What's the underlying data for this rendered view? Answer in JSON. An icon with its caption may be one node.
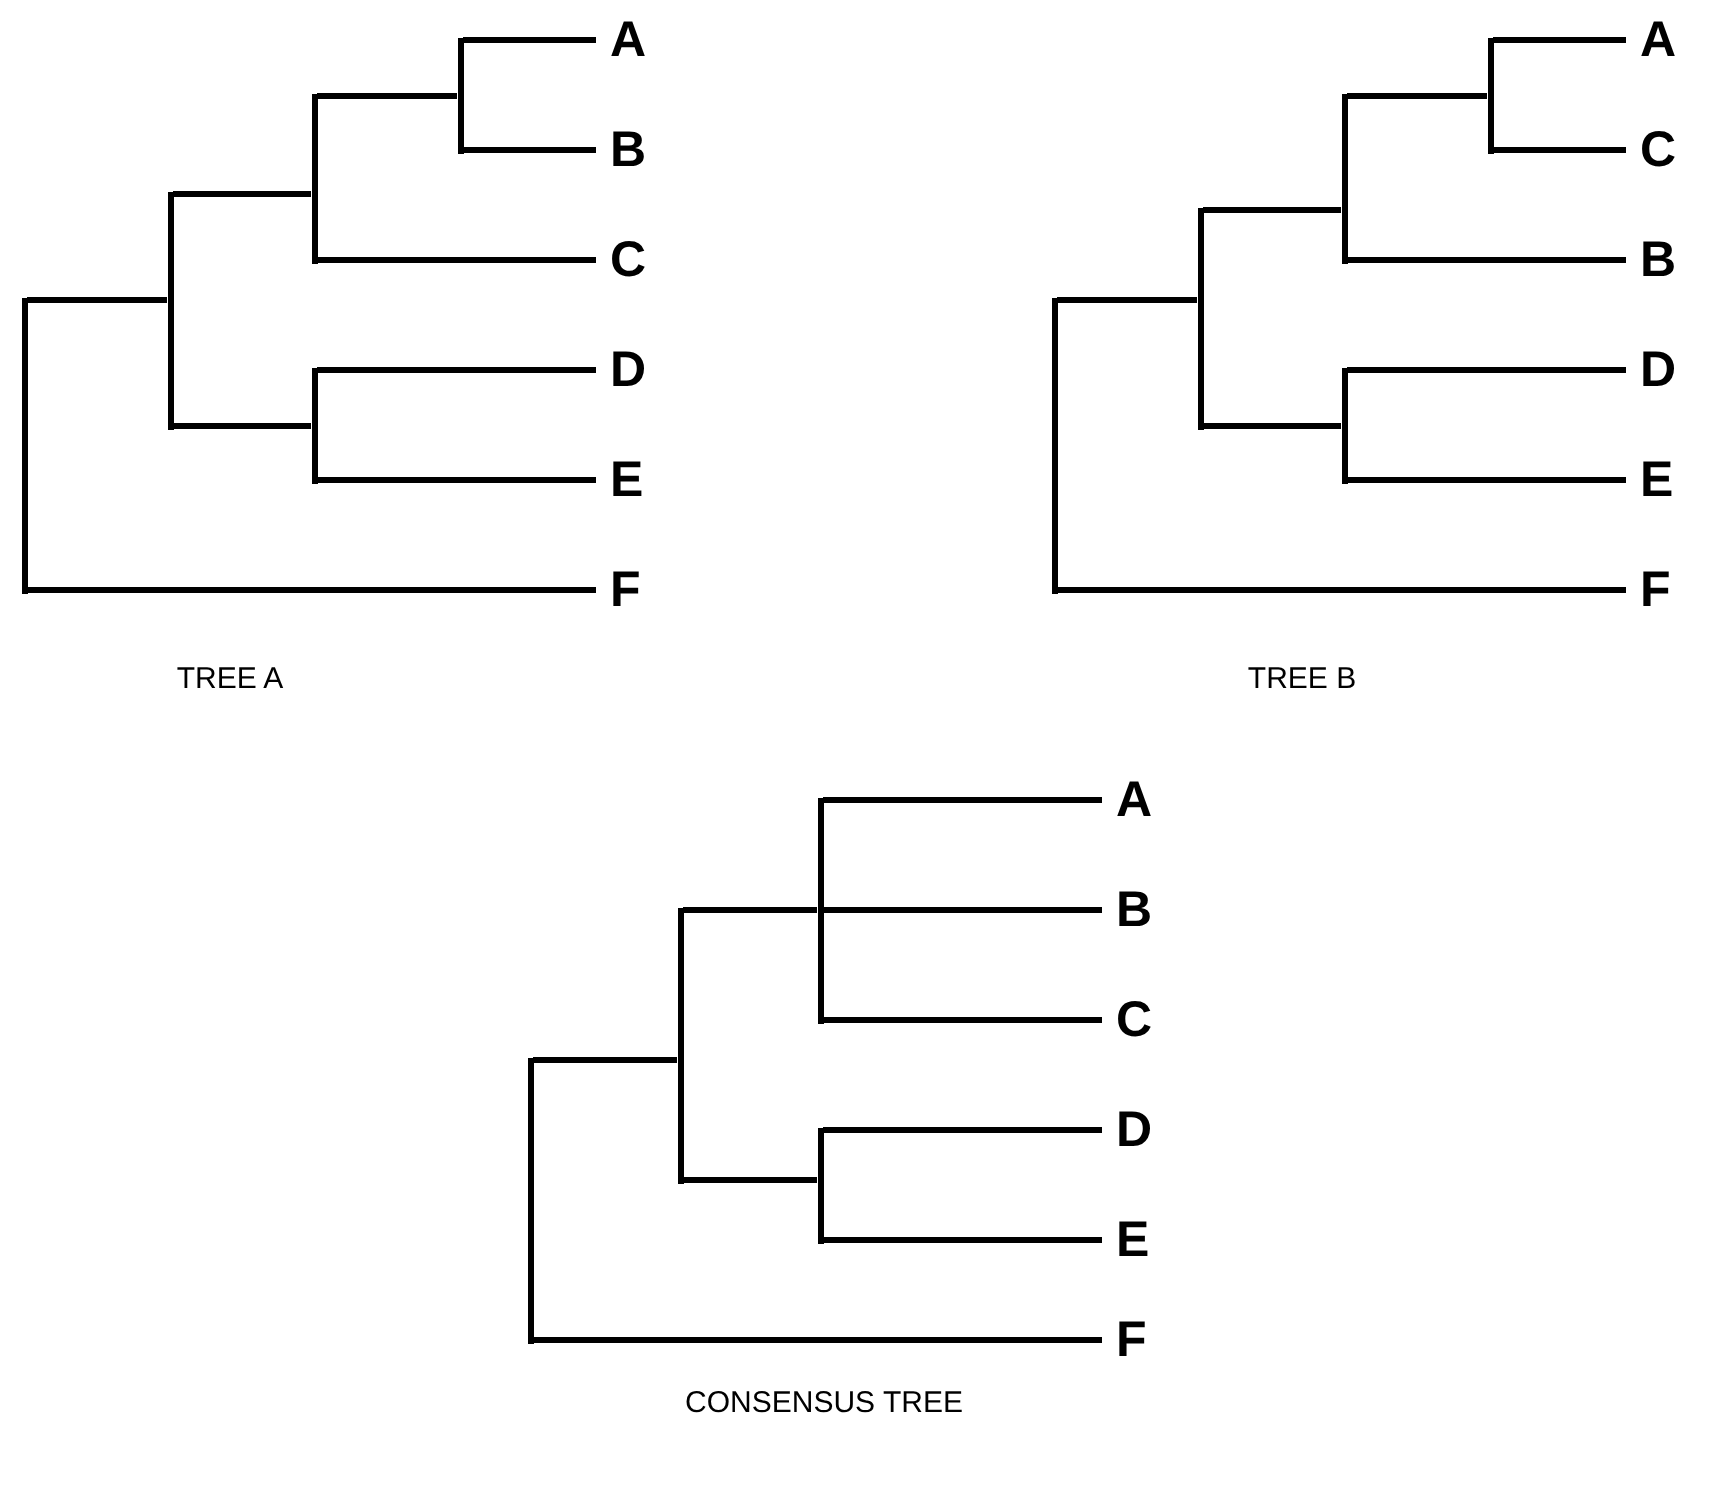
{
  "diagram": {
    "nodes": [
      {
        "text": [],
        "shape": "bar"
      },
      {
        "text": [],
        "shape": "bar"
      },
      {
        "text": [],
        "shape": "bar"
      },
      {
        "text": [],
        "shape": "bar"
      },
      {
        "text": [],
        "shape": "bar"
      },
      {
        "text": [
          "A"
        ]
      },
      {
        "text": [
          "B"
        ]
      },
      {
        "text": [
          "C"
        ]
      },
      {
        "text": [
          "D"
        ]
      },
      {
        "text": [
          "E"
        ]
      },
      {
        "text": [
          "F"
        ]
      },
      {
        "text": [],
        "shape": "bar"
      },
      {
        "text": [],
        "shape": "bar"
      },
      {
        "text": [],
        "shape": "bar"
      },
      {
        "text": [],
        "shape": "bar"
      },
      {
        "text": [],
        "shape": "bar"
      },
      {
        "text": [
          "A"
        ]
      },
      {
        "text": [
          "C"
        ]
      },
      {
        "text": [
          "B"
        ]
      },
      {
        "text": [
          "D"
        ]
      },
      {
        "text": [
          "E"
        ]
      },
      {
        "text": [
          "F"
        ]
      },
      {
        "text": [],
        "shape": "bar"
      },
      {
        "text": [],
        "shape": "bar"
      },
      {
        "text": [],
        "shape": "bar"
      },
      {
        "text": [],
        "shape": "bar"
      },
      {
        "text": [
          "A"
        ]
      },
      {
        "text": [
          "B"
        ]
      },
      {
        "text": [
          "C"
        ]
      },
      {
        "text": [
          "D"
        ]
      },
      {
        "text": [
          "E"
        ]
      },
      {
        "text": [
          "F"
        ]
      }
    ],
    "edges": [
      {
        "from": 0,
        "to": 1,
        "arrow": "none"
      },
      {
        "from": 0,
        "to": 10,
        "arrow": "none"
      },
      {
        "from": 1,
        "to": 2,
        "arrow": "none"
      },
      {
        "from": 1,
        "to": 4,
        "arrow": "none"
      },
      {
        "from": 2,
        "to": 3,
        "arrow": "none"
      },
      {
        "from": 2,
        "to": 7,
        "arrow": "none"
      },
      {
        "from": 3,
        "to": 5,
        "arrow": "none"
      },
      {
        "from": 3,
        "to": 6,
        "arrow": "none"
      },
      {
        "from": 4,
        "to": 8,
        "arrow": "none"
      },
      {
        "from": 4,
        "to": 9,
        "arrow": "none"
      },
      {
        "from": 11,
        "to": 12,
        "arrow": "none"
      },
      {
        "from": 11,
        "to": 21,
        "arrow": "none"
      },
      {
        "from": 12,
        "to": 13,
        "arrow": "none"
      },
      {
        "from": 12,
        "to": 15,
        "arrow": "none"
      },
      {
        "from": 13,
        "to": 14,
        "arrow": "none"
      },
      {
        "from": 13,
        "to": 18,
        "arrow": "none"
      },
      {
        "from": 14,
        "to": 16,
        "arrow": "none"
      },
      {
        "from": 14,
        "to": 17,
        "arrow": "none"
      },
      {
        "from": 15,
        "to": 19,
        "arrow": "none"
      },
      {
        "from": 15,
        "to": 20,
        "arrow": "none"
      },
      {
        "from": 22,
        "to": 23,
        "arrow": "none"
      },
      {
        "from": 22,
        "to": 31,
        "arrow": "none"
      },
      {
        "from": 23,
        "to": 24,
        "arrow": "none"
      },
      {
        "from": 23,
        "to": 25,
        "arrow": "none"
      },
      {
        "from": 24,
        "to": 26,
        "arrow": "none"
      },
      {
        "from": 24,
        "to": 27,
        "arrow": "none"
      },
      {
        "from": 24,
        "to": 28,
        "arrow": "none"
      },
      {
        "from": 25,
        "to": 29,
        "arrow": "none"
      },
      {
        "from": 25,
        "to": 30,
        "arrow": "none"
      }
    ],
    "labels": [
      "TREE A",
      "TREE B",
      "CONSENSUS TREE"
    ]
  }
}
